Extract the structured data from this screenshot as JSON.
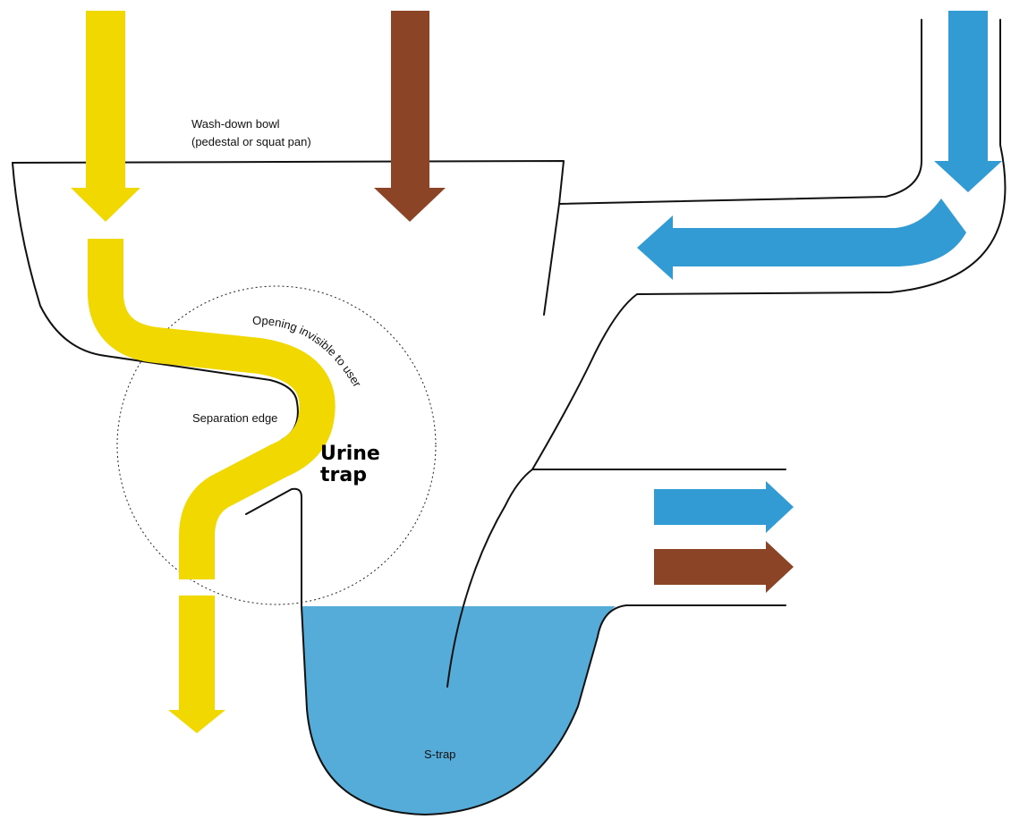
{
  "labels": {
    "bowl_line1": "Wash-down bowl",
    "bowl_line2": "(pedestal or squat pan)",
    "opening": "Opening invisible to user",
    "separation_edge": "Separation edge",
    "urine_line1": "Urine",
    "urine_line2": "trap",
    "s_trap": "S-trap"
  },
  "colors": {
    "urine": "#f0d800",
    "feces": "#8b4426",
    "flush_water": "#339bd3",
    "trap_water": "#55acd8",
    "outline": "#111111"
  }
}
